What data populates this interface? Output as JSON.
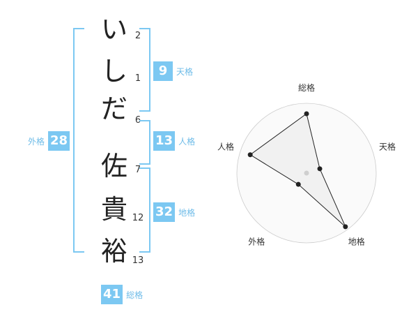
{
  "name_reading": [
    "い",
    "し",
    "だ"
  ],
  "reading_stroke_counts": [
    "2",
    "1",
    "6"
  ],
  "name_kanji": [
    "佐",
    "貴",
    "裕"
  ],
  "kanji_stroke_counts": [
    "7",
    "12",
    "13"
  ],
  "fortune": {
    "tenkaku": {
      "value": "9",
      "label": "天格"
    },
    "jinkaku": {
      "value": "13",
      "label": "人格"
    },
    "chikaku": {
      "value": "32",
      "label": "地格"
    },
    "gaikaku": {
      "value": "28",
      "label": "外格"
    },
    "soukaku": {
      "value": "41",
      "label": "総格"
    }
  },
  "radar": {
    "axes": [
      "総格",
      "天格",
      "地格",
      "外格",
      "人格"
    ],
    "scores": [
      0.85,
      0.2,
      0.95,
      0.2,
      0.85
    ],
    "rings": 4,
    "colors": {
      "fill": "#eeeeee",
      "ring": "#cccccc",
      "line": "#222222",
      "center": "#cfcfcf"
    }
  }
}
